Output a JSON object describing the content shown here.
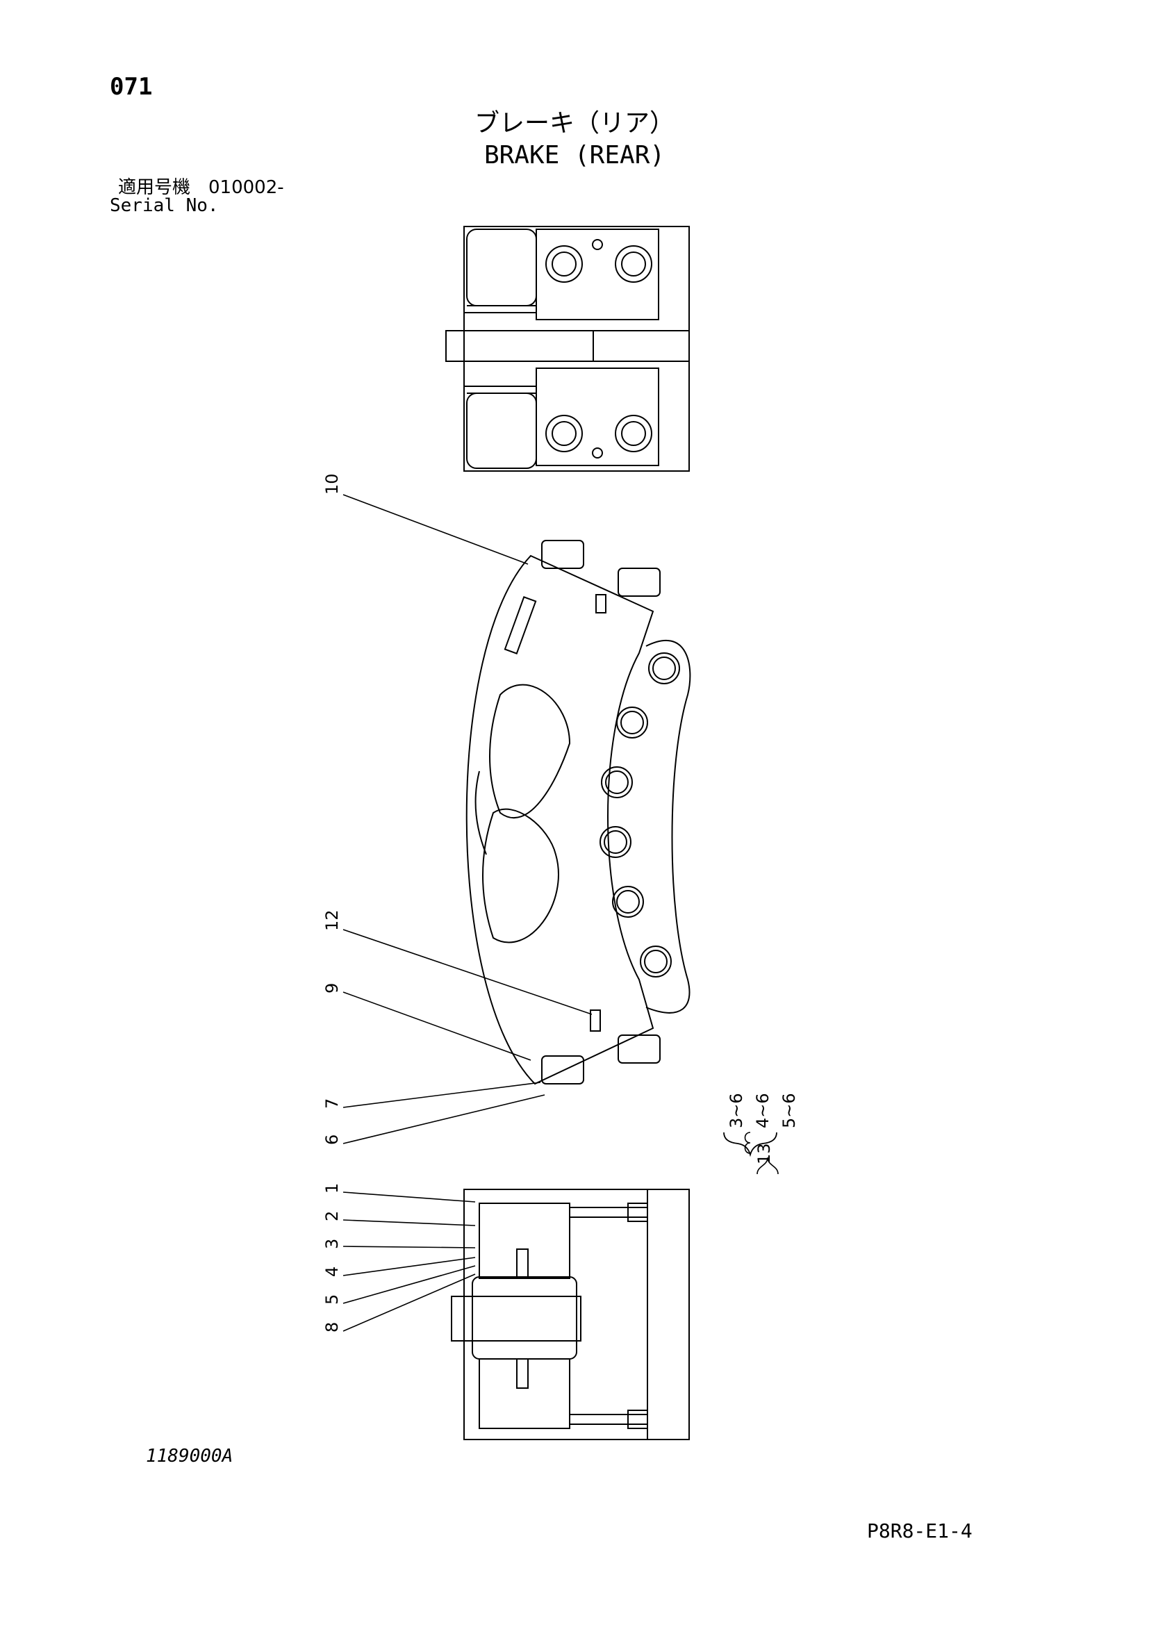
{
  "header": {
    "page_number": "071",
    "title_jp": "ブレーキ（リア）",
    "title_en": "BRAKE (REAR)",
    "serial_label_jp": "適用号機　010002-",
    "serial_label_en": "Serial No."
  },
  "callouts": [
    "10",
    "12",
    "9",
    "7",
    "6",
    "1",
    "2",
    "3",
    "4",
    "5",
    "8"
  ],
  "kit": {
    "number": "13",
    "items": [
      "3~6",
      "4~6",
      "5~6"
    ]
  },
  "footer": {
    "drawing_number": "1189000A",
    "page_code": "P8R8-E1-4"
  }
}
